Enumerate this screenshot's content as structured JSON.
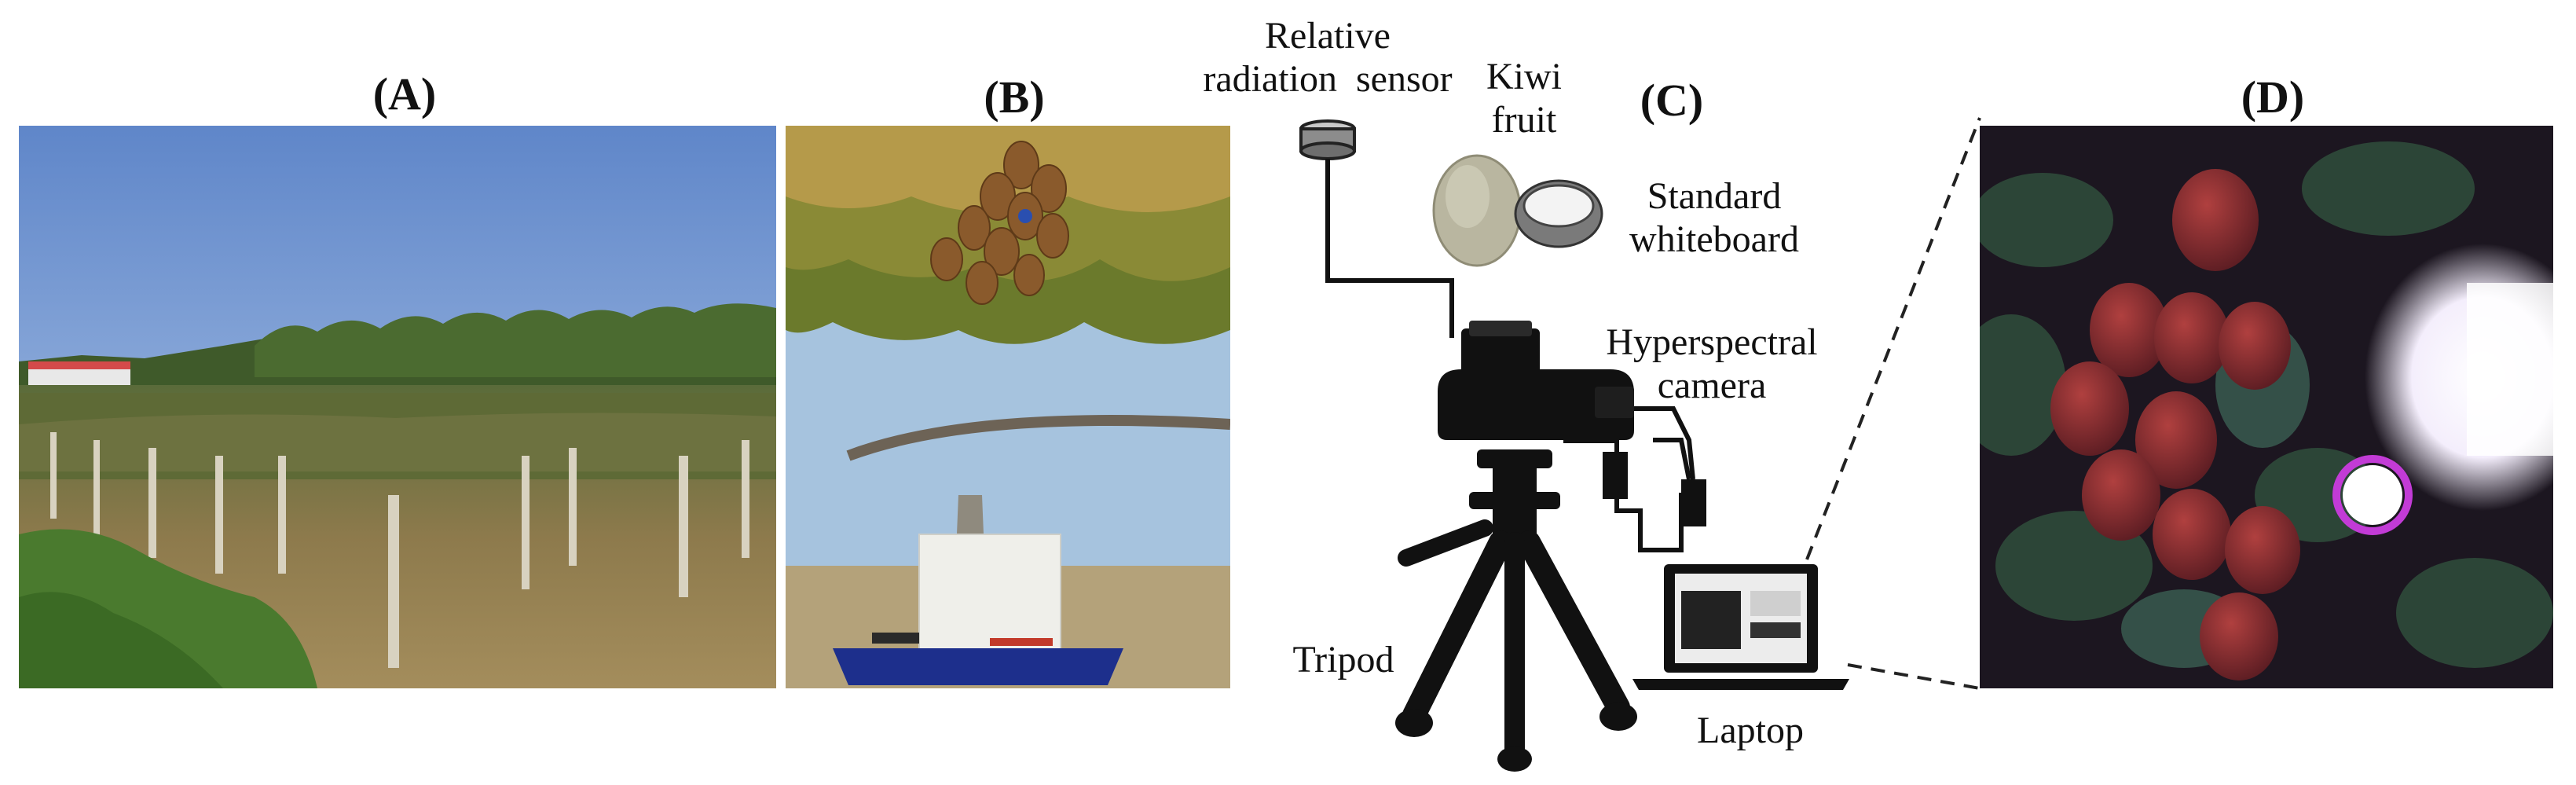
{
  "panels": {
    "a": {
      "label": "(A)"
    },
    "b": {
      "label": "(B)"
    },
    "c": {
      "label": "(C)"
    },
    "d": {
      "label": "(D)"
    }
  },
  "diagram": {
    "sensor_label_line1": "Relative",
    "sensor_label_line2": "radiation  sensor",
    "kiwi_label_line1": "Kiwi",
    "kiwi_label_line2": "fruit",
    "whiteboard_label_line1": "Standard",
    "whiteboard_label_line2": "whiteboard",
    "camera_label_line1": "Hyperspectral",
    "camera_label_line2": "camera",
    "tripod_label": "Tripod",
    "laptop_label": "Laptop"
  },
  "colors": {
    "sky_top": "#5f86c9",
    "sky_bottom": "#a9c2e6",
    "foliage": "#4a6a2e",
    "dry_grass": "#a88a56",
    "kiwi_brown": "#8a5a2c",
    "instrument_black": "#111111",
    "panel_d_bg": "#1c1620",
    "panel_d_fruit": "#8a2a2e"
  }
}
